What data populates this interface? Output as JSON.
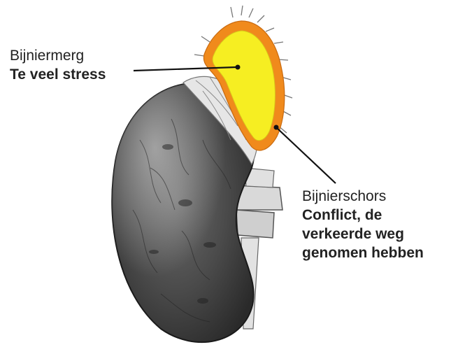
{
  "labels": {
    "medulla": {
      "name": "Bijniermerg",
      "description": "Te veel stress"
    },
    "cortex": {
      "name": "Bijnierschors",
      "description_lines": [
        "Conflict, de",
        "verkeerde weg",
        "genomen hebben"
      ]
    }
  },
  "colors": {
    "cortex_outline": "#F08A1C",
    "medulla_fill": "#F6EE22",
    "kidney_shade": "#4a4a4a",
    "leader_line": "#111111"
  },
  "icons": [
    "kidney-illustration",
    "adrenal-gland-illustration"
  ]
}
